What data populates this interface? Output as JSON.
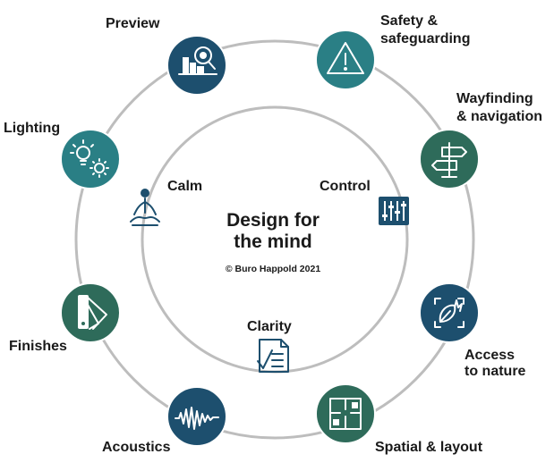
{
  "center": {
    "title_line1": "Design for",
    "title_line2": "the mind",
    "copyright": "© Buro Happold 2021"
  },
  "inner_items": {
    "calm": "Calm",
    "control": "Control",
    "clarity": "Clarity"
  },
  "outer_items": {
    "preview": "Preview",
    "safety_line1": "Safety &",
    "safety_line2": "safeguarding",
    "wayfinding_line1": "Wayfinding",
    "wayfinding_line2": "& navigation",
    "lighting": "Lighting",
    "finishes": "Finishes",
    "access_line1": "Access",
    "access_line2": "to nature",
    "acoustics": "Acoustics",
    "spatial": "Spatial & layout"
  },
  "colors": {
    "navy": "#1d4f6e",
    "teal": "#2a7f85",
    "green": "#2e6b5a",
    "ring": "#bdbdbd",
    "text": "#1a1a1a"
  },
  "icons": {
    "preview": "magnifier-buildings-icon",
    "safety": "warning-triangle-icon",
    "wayfinding": "signpost-icon",
    "lighting": "lightbulb-sun-icon",
    "finishes": "colour-swatch-icon",
    "access": "leaves-icon",
    "acoustics": "sound-wave-icon",
    "spatial": "floor-plan-icon",
    "calm": "meditation-icon",
    "control": "sliders-icon",
    "clarity": "checklist-document-icon"
  }
}
